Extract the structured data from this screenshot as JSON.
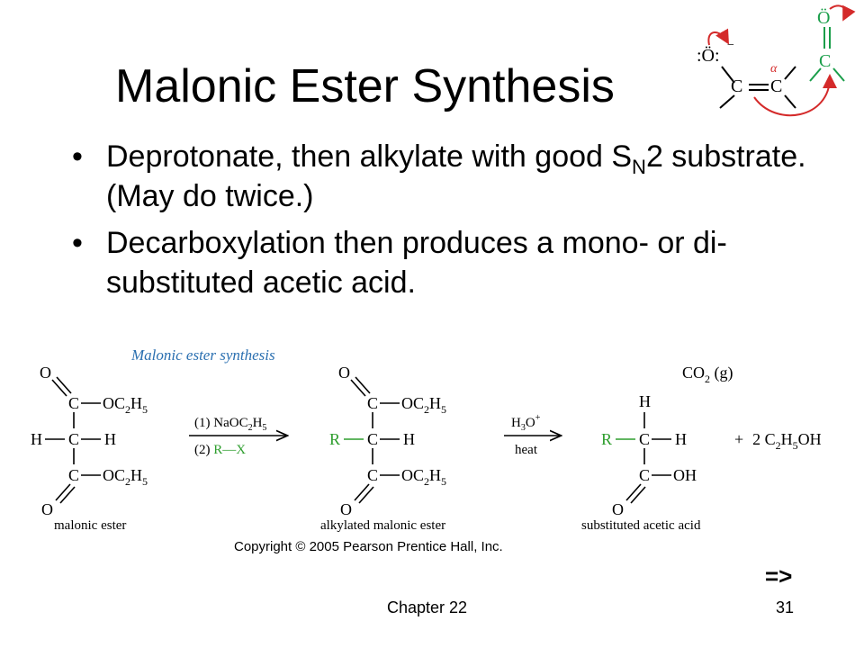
{
  "slide": {
    "title": "Malonic Ester Synthesis",
    "bullets": [
      {
        "before": "Deprotonate, then alkylate with good S",
        "sub": "N",
        "after": "2 substrate.  (May do twice.)"
      },
      {
        "before": "Decarboxylation then produces a mono- or di-substituted acetic acid.",
        "sub": "",
        "after": ""
      }
    ],
    "footer": {
      "chapter": "Chapter 22",
      "page": "31"
    },
    "nav": "=>"
  },
  "enolate_inset": {
    "atoms": {
      "o_minus": ":Ö:",
      "minus": "−",
      "c1": "C",
      "c2": "C",
      "alpha": "α",
      "o_top": "Ö",
      "c_top": "C",
      "double": "="
    }
  },
  "scheme": {
    "heading": "Malonic ester synthesis",
    "copyright": "Copyright © 2005 Pearson Prentice Hall, Inc.",
    "colors": {
      "heading": "#2a6fb0",
      "reagent": "#2e9e2e",
      "r_group": "#2e9e2e",
      "arrow_red": "#d42a2a",
      "inset_green": "#1a9e4a"
    },
    "malonic_ester": {
      "caption": "malonic ester",
      "o": "O",
      "c": "C",
      "h": "H",
      "oc2h5": "OC",
      "sub2": "2",
      "h5": "H",
      "sub5": "5"
    },
    "step1": {
      "line1_prefix": "(1) ",
      "line1_reagent": "NaOC",
      "line1_sub2": "2",
      "line1_h": "H",
      "line1_sub5": "5",
      "line2_prefix": "(2) ",
      "line2_r": "R",
      "line2_bond": "—",
      "line2_x": "X"
    },
    "alkylated": {
      "caption": "alkylated malonic ester",
      "r": "R"
    },
    "step2": {
      "top": "H",
      "top_sub": "3",
      "top_o": "O",
      "top_sup": "+",
      "bottom": "heat"
    },
    "product": {
      "caption": "substituted acetic acid",
      "co2": "CO",
      "co2_sub": "2",
      "co2_state": " (g)",
      "oh": "OH",
      "plus": "+",
      "ethanol": "2 C",
      "eth_sub2": "2",
      "eth_h": "H",
      "eth_sub5": "5",
      "eth_oh": "OH"
    }
  }
}
